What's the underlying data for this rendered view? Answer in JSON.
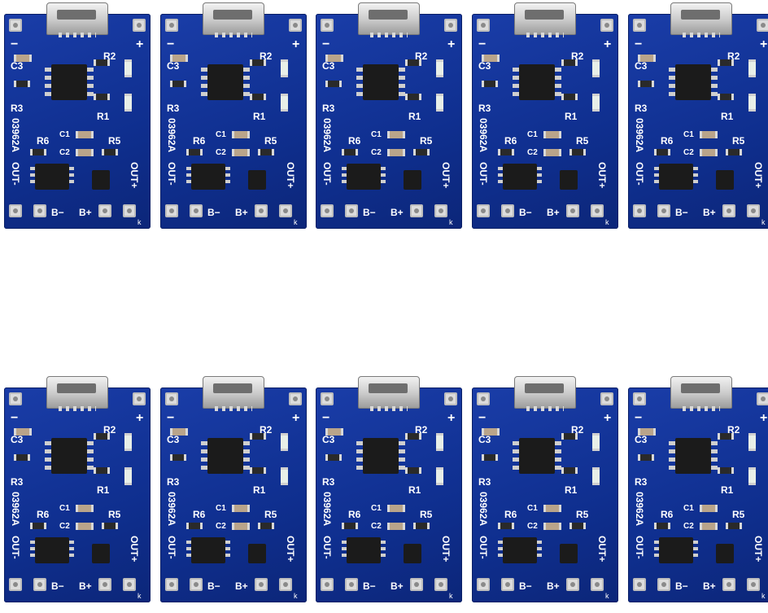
{
  "image": {
    "description_note": "",
    "background": "#ffffff",
    "pcb_color": "#0f2f8f"
  },
  "board_labels": {
    "plus": "+",
    "minus": "−",
    "c3": "C3",
    "r3": "R3",
    "r2": "R2",
    "r1": "R1",
    "r6": "R6",
    "r5": "R5",
    "c1": "C1",
    "c2": "C2",
    "model": "03962A",
    "out_minus": "OUT-",
    "out_plus": "OUT+",
    "b_minus": "B−",
    "b_plus": "B+",
    "k": "k"
  },
  "boards": [
    {
      "id": "top-1"
    },
    {
      "id": "top-2"
    },
    {
      "id": "top-3"
    },
    {
      "id": "top-4"
    },
    {
      "id": "top-5"
    },
    {
      "id": "bottom-1"
    },
    {
      "id": "bottom-2"
    },
    {
      "id": "bottom-3"
    },
    {
      "id": "bottom-4"
    },
    {
      "id": "bottom-5"
    }
  ]
}
